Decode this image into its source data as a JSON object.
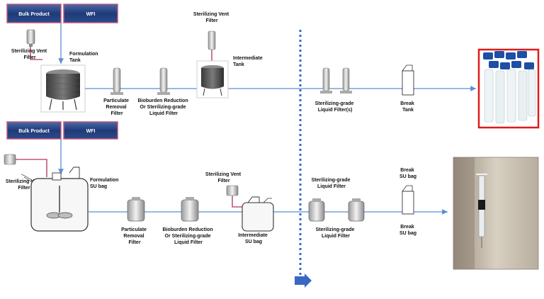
{
  "top_line": {
    "inputs": {
      "bulk_product": "Bulk Product",
      "wfi": "WFI"
    },
    "vent_filter": [
      "Sterilizing Vent",
      "Filter"
    ],
    "formulation_tank": [
      "Formulation",
      "Tank"
    ],
    "particulate_filter": [
      "Particulate",
      "Removal",
      "Filter"
    ],
    "bioburden_filter": [
      "Bioburden Reduction",
      "Or Sterilizing-grade",
      "Liquid Filter"
    ],
    "intermediate_vent_filter": [
      "Sterilizing Vent",
      "Filter"
    ],
    "intermediate_tank": [
      "Intermediate",
      "Tank"
    ],
    "sterilizing_liquid_filter": [
      "Sterilizing-grade",
      "Liquid Filter(s)"
    ],
    "break_tank": [
      "Break",
      "Tank"
    ]
  },
  "bottom_line": {
    "inputs": {
      "bulk_product": "Bulk Product",
      "wfi": "WFI"
    },
    "vent_filter": [
      "Sterilizing Vent",
      "Filter"
    ],
    "formulation_bag": [
      "Formulation",
      "SU bag"
    ],
    "particulate_filter": [
      "Particulate",
      "Removal",
      "Filter"
    ],
    "bioburden_filter": [
      "Bioburden Reduction",
      "Or Sterilizing-grade",
      "Liquid Filter"
    ],
    "intermediate_vent_filter": [
      "Sterilizing Vent",
      "Filter"
    ],
    "intermediate_bag": [
      "Intermediate",
      "SU bag"
    ],
    "sterilizing_filter_upper": [
      "Sterilizing-grade",
      "Liquid Filter"
    ],
    "sterilizing_filter_lower": [
      "Sterilizing-grade",
      "Liquid Filter"
    ],
    "break_bag_upper": [
      "Break",
      "SU bag"
    ],
    "break_bag_lower": [
      "Break",
      "SU bag"
    ]
  },
  "colors": {
    "flow_arrow": "#5b8fd4",
    "divider": "#3a66c4",
    "vial_frame": "#e01b1b",
    "input_box": "#2d4a86",
    "pipe": "#c0567a"
  }
}
